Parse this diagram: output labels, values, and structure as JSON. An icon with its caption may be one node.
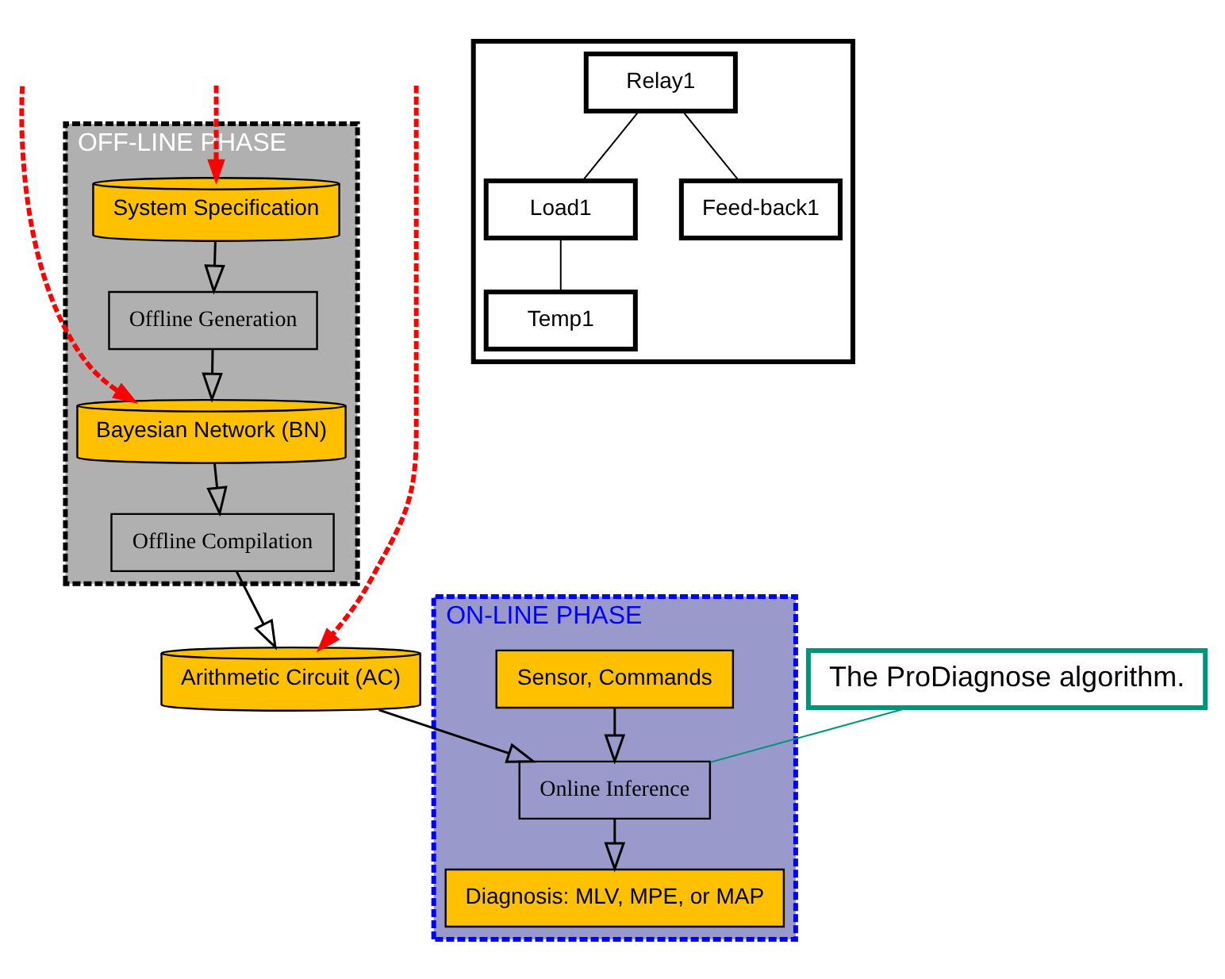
{
  "diagram": {
    "nodes": [
      {
        "text": [
          "OFF-LINE PHASE"
        ]
      },
      {
        "text": [
          "Offline Generation"
        ],
        "in": 0
      },
      {
        "text": [
          "Bayesian Network (BN)"
        ],
        "in": 0
      },
      {
        "text": [
          "Offline Compilation"
        ],
        "in": 0
      },
      {
        "text": [
          "System Specification"
        ],
        "in": 0
      },
      {
        "text": [
          "Arithmetic Circuit (AC)"
        ]
      },
      {
        "text": [
          "The ProDiagnose algorithm."
        ]
      },
      {
        "text": [
          "ON-LINE PHASE"
        ]
      },
      {
        "text": [
          "Sensor, Commands"
        ],
        "in": 7
      },
      {
        "text": [
          "Online Inference"
        ],
        "in": 7
      },
      {
        "text": [
          "Diagnosis: MLV, MPE, or MAP"
        ],
        "in": 7
      },
      {
        "text": [],
        "shape": "box"
      },
      {
        "text": [
          "Relay1"
        ],
        "in": 11
      },
      {
        "text": [
          "Load1"
        ],
        "in": 11
      },
      {
        "text": [
          "Feed-back1"
        ],
        "in": 11
      },
      {
        "text": [
          "Temp1"
        ],
        "in": 11
      }
    ],
    "edges": [
      {
        "from": null,
        "to": 2,
        "arrow": "to",
        "style": "dashed",
        "color": "#ff0000"
      },
      {
        "from": null,
        "to": 5,
        "arrow": "to",
        "style": "dashed",
        "color": "#ff0000"
      },
      {
        "from": null,
        "to": 4,
        "arrow": "to",
        "style": "dashed",
        "color": "#ff0000"
      },
      {
        "from": 4,
        "to": 1,
        "arrow": "to"
      },
      {
        "from": 1,
        "to": 2,
        "arrow": "to"
      },
      {
        "from": 2,
        "to": 3,
        "arrow": "to"
      },
      {
        "from": 3,
        "to": 5,
        "arrow": "to"
      },
      {
        "from": 5,
        "to": 9,
        "arrow": "to"
      },
      {
        "from": 8,
        "to": 9,
        "arrow": "to"
      },
      {
        "from": 9,
        "to": 10,
        "arrow": "to"
      },
      {
        "from": 6,
        "to": 9,
        "arrow": "none",
        "color": "#00957a"
      },
      {
        "from": 12,
        "to": 13,
        "arrow": "none"
      },
      {
        "from": 12,
        "to": 14,
        "arrow": "none"
      },
      {
        "from": 13,
        "to": 15,
        "arrow": "none"
      }
    ]
  }
}
